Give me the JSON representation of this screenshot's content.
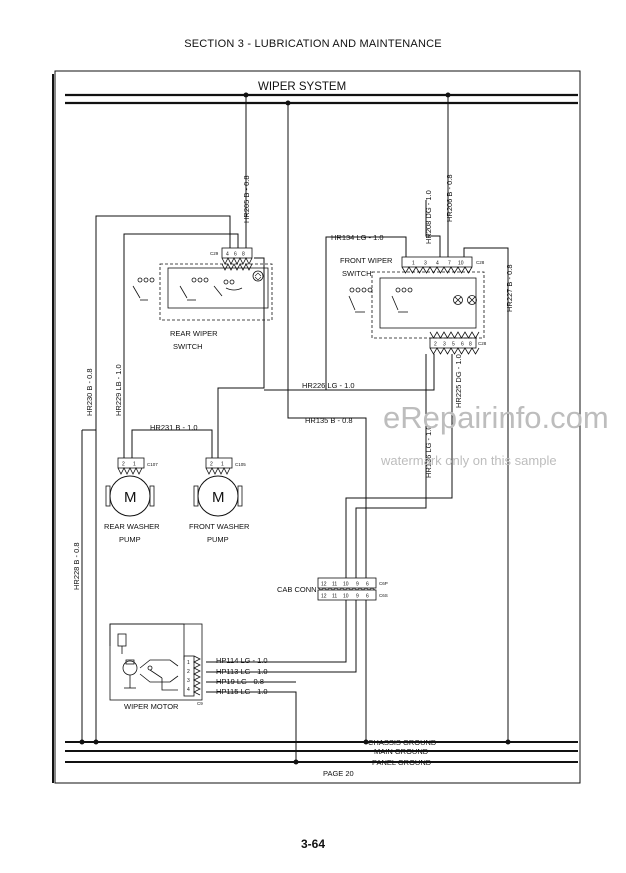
{
  "header": {
    "section": "SECTION 3 - LUBRICATION AND MAINTENANCE"
  },
  "diagram": {
    "title": "WIPER SYSTEM",
    "page_label": "PAGE 20",
    "grounds": [
      "CHASSIS GROUND",
      "MAIN GROUND",
      "PANEL GROUND"
    ],
    "components": {
      "rear_wiper_switch": [
        "REAR WIPER",
        "SWITCH"
      ],
      "front_wiper_switch": [
        "FRONT WIPER",
        "SWITCH"
      ],
      "rear_washer_pump": [
        "REAR WASHER",
        "PUMP"
      ],
      "front_washer_pump": [
        "FRONT WASHER",
        "PUMP"
      ],
      "wiper_motor": "WIPER MOTOR",
      "cab_conn": "CAB CONN",
      "motor_symbol": "M"
    },
    "wires": {
      "hr205": "HR205 B - 0.8",
      "hr206": "HR206 B - 0.8",
      "hr208": "HR208 DG - 1.0",
      "hr134": "HR134 LG - 1.0",
      "hr227": "HR227 B - 0.8",
      "hr226": "HR226 LG - 1.0",
      "hr135": "HR135 B - 0.8",
      "hr225": "HR225 DG - 1.0",
      "hr136": "HR136 LG - 1.0",
      "hr230": "HR230 B - 0.8",
      "hr229": "HR229 LB - 1.0",
      "hr231": "HR231 B - 1.0",
      "hr228": "HR228 B - 0.8",
      "hp114": "HP114 LG - 1.0",
      "hp113": "HP113 LG - 1.0",
      "hp19": "HP19  LG - 0.8",
      "hp115": "HP115 LG - 1.0"
    },
    "connectors": {
      "c29": "C29",
      "c28": "C28",
      "c28b": "C28",
      "c107": "C107",
      "c105": "C105",
      "c9": "C9",
      "c6p": "C6P",
      "c6s": "C6S"
    },
    "pins": {
      "rear_switch": [
        "4",
        "6",
        "8"
      ],
      "front_top": [
        "1",
        "3",
        "4",
        "7",
        "10"
      ],
      "front_bottom": [
        "2",
        "3",
        "5",
        "6",
        "8"
      ],
      "rear_pump": [
        "2",
        "1"
      ],
      "front_pump": [
        "2",
        "1"
      ],
      "cab_top": [
        "12",
        "11",
        "10",
        "9",
        "6"
      ],
      "cab_bottom": [
        "12",
        "11",
        "10",
        "9",
        "6"
      ],
      "motor": [
        "1",
        "2",
        "3",
        "4"
      ]
    },
    "watermark": [
      "eRepairinfo.com",
      "watermark only on this sample"
    ]
  },
  "footer": {
    "page_number": "3-64"
  }
}
